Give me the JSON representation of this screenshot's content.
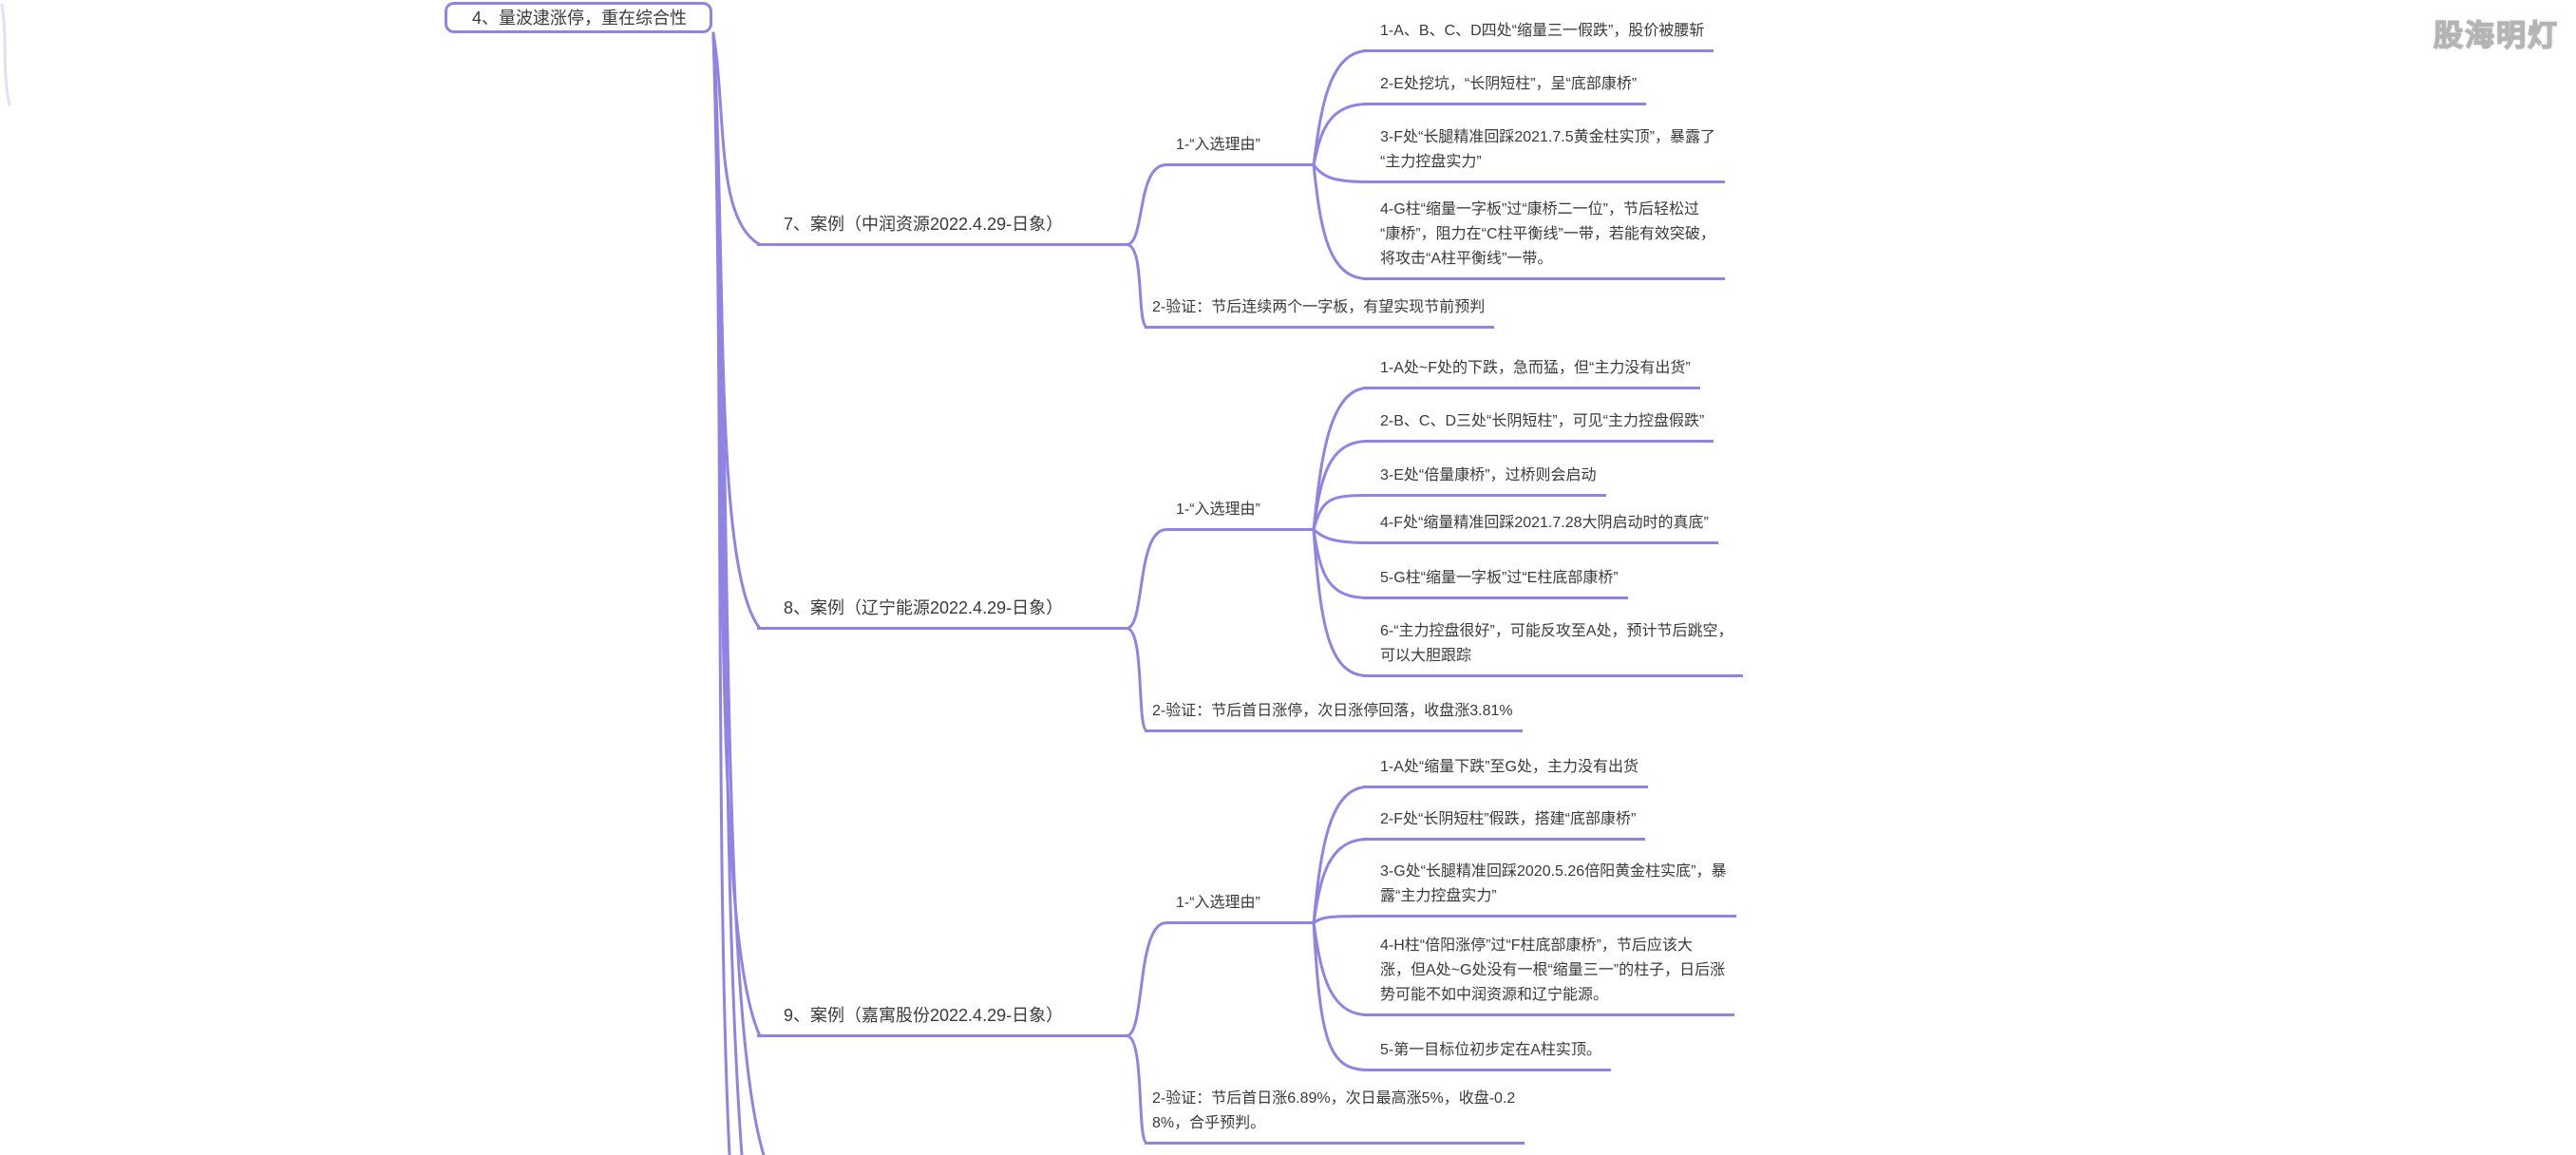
{
  "colors": {
    "branch": "#8f84e4",
    "text": "#3a3a3a"
  },
  "root": {
    "label": "4、量波逮涨停，重在综合性"
  },
  "watermark": {
    "label": "股海明灯"
  },
  "branches": [
    {
      "label": "7、案例（中润资源2022.4.29-日象）",
      "reason_label": "1-“入选理由”",
      "reasons": [
        "1-A、B、C、D四处“缩量三一假跌”，股价被腰斩",
        "2-E处挖坑，“长阴短柱”，呈“底部康桥”",
        "3-F处“长腿精准回踩2021.7.5黄金柱实顶”，暴露了\n“主力控盘实力”",
        "4-G柱“缩量一字板”过“康桥二一位”，节后轻松过\n“康桥”，阻力在“C柱平衡线”一带，若能有效突破，\n将攻击“A柱平衡线”一带。"
      ],
      "validation": "2-验证：节后连续两个一字板，有望实现节前预判"
    },
    {
      "label": "8、案例（辽宁能源2022.4.29-日象）",
      "reason_label": "1-“入选理由”",
      "reasons": [
        "1-A处~F处的下跌，急而猛，但“主力没有出货”",
        "2-B、C、D三处“长阴短柱”，可见“主力控盘假跌”",
        "3-E处“倍量康桥”，过桥则会启动",
        "4-F处“缩量精准回踩2021.7.28大阴启动时的真底”",
        "5-G柱“缩量一字板”过“E柱底部康桥”",
        "6-“主力控盘很好”，可能反攻至A处，预计节后跳空，\n可以大胆跟踪"
      ],
      "validation": "2-验证：节后首日涨停，次日涨停回落，收盘涨3.81%"
    },
    {
      "label": "9、案例（嘉寓股份2022.4.29-日象）",
      "reason_label": "1-“入选理由”",
      "reasons": [
        "1-A处“缩量下跌”至G处，主力没有出货",
        "2-F处“长阴短柱”假跌，搭建“底部康桥”",
        "3-G处“长腿精准回踩2020.5.26倍阳黄金柱实底”，暴\n露“主力控盘实力”",
        "4-H柱“倍阳涨停”过“F柱底部康桥”，节后应该大\n涨，但A处~G处没有一根“缩量三一”的柱子，日后涨\n势可能不如中润资源和辽宁能源。",
        "5-第一目标位初步定在A柱实顶。"
      ],
      "validation": "2-验证：节后首日涨6.89%，次日最高涨5%，收盘-0.2\n8%，合乎预判。"
    }
  ]
}
